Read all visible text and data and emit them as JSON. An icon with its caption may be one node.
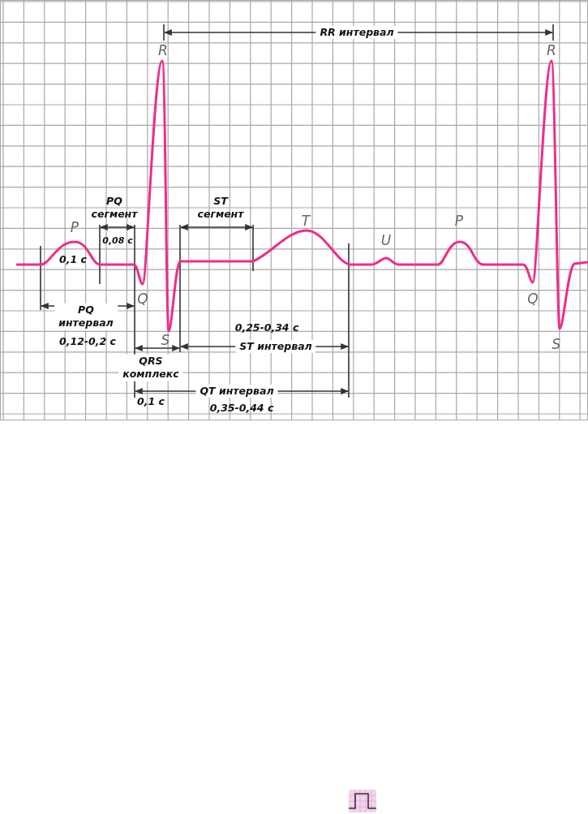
{
  "diagram": {
    "labels": [
      "RR интервал",
      "R",
      "R",
      "PQ сегмент",
      "ST сегмент",
      "T",
      "P",
      "0,08 с",
      "U",
      "P",
      "0,1 с",
      "Q",
      "Q",
      "PQ интервал",
      "0,25-0,34 с",
      "0,12-0,2 с",
      "S",
      "ST интервал",
      "S",
      "QRS комплекс",
      "QT интервал",
      "0,1 с",
      "0,35-0,44 с"
    ]
  }
}
